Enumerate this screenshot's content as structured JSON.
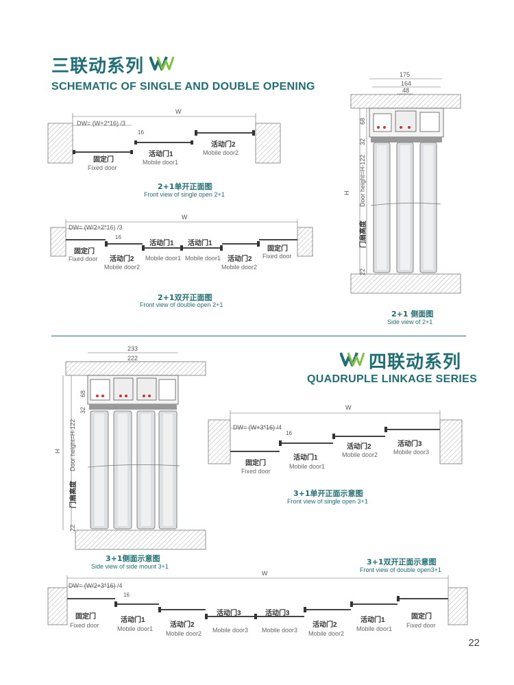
{
  "section_top": {
    "title_cn": "三联动系列",
    "title_en": "SCHEMATIC OF SINGLE AND DOUBLE OPENING"
  },
  "section_bottom": {
    "title_cn": "四联动系列",
    "title_en": "QUADRUPLE LINKAGE SERIES"
  },
  "dims": {
    "W": "W",
    "H": "H",
    "dw_single_2": "DW= (W+2*16) /3",
    "dw_double_2": "DW= (W/2+2*16) /3",
    "dw_single_3": "DW= (W+3*16) /4",
    "dw_double_3": "DW= (W/2+3*16) /4",
    "gap16": "16",
    "d175": "175",
    "d164": "164",
    "d48": "48",
    "d233": "233",
    "d222": "222",
    "d68": "68",
    "d32": "32",
    "d22": "22",
    "door_height": "Door height=H-122",
    "door_height_cn": "门扇高度"
  },
  "labels": {
    "fixed_cn": "固定门",
    "fixed_en": "Fixed door",
    "m1_cn": "活动门1",
    "m1_en": "Mobile door1",
    "m2_cn": "活动门2",
    "m2_en": "Mobile door2",
    "m3_cn": "活动门3",
    "m3_en": "Mobile door3"
  },
  "captions": {
    "single21_cn": "2+1单开正面图",
    "single21_en": "Front view of single open 2+1",
    "double21_cn": "2+1双开正面图",
    "double21_en": "Front view of double open 2+1",
    "side21_cn": "2+1 侧面图",
    "side21_en": "Side view of 2+1",
    "single31_cn": "3+1单开正面示意图",
    "single31_en": "Front view of single open 3+1",
    "side31_cn": "3+1侧面示意图",
    "side31_en": "Side view of side mount 3+1",
    "double31_cn": "3+1双开正面示意图",
    "double31_en": "Front view of double open3+1"
  },
  "page_number": "22",
  "colors": {
    "accent": "#1f6e73",
    "hatch": "#999999",
    "line": "#444444"
  },
  "icons": [
    "logo-w-icon"
  ]
}
